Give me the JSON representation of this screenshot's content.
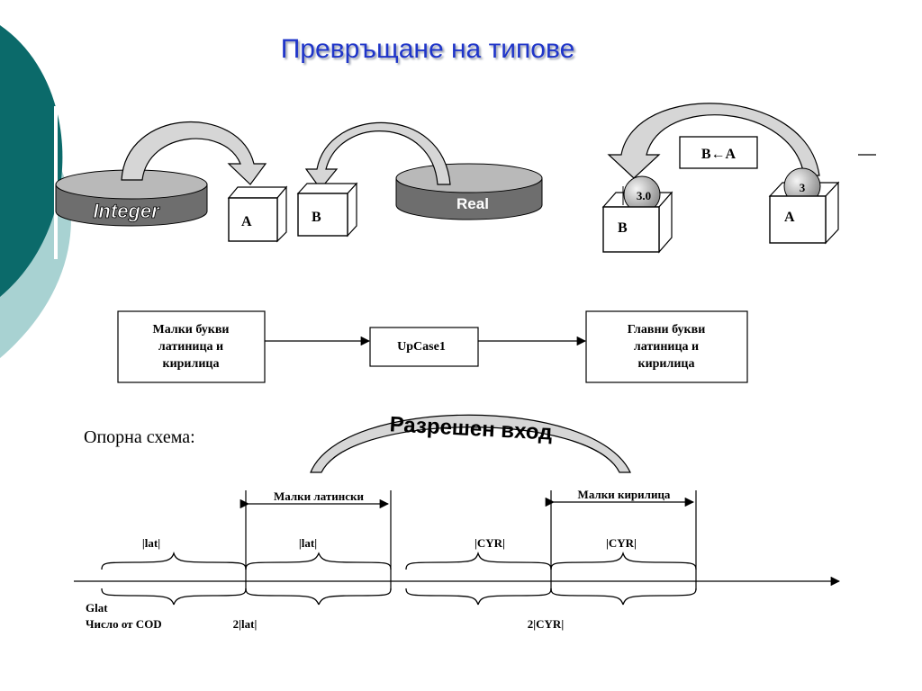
{
  "title": "Превръщане на типове",
  "part1": {
    "integer_label": "Integer",
    "real_label": "Real",
    "box_a": "A",
    "box_b": "B"
  },
  "part2": {
    "assign_label": "B←A",
    "ball_b_value": "3.0",
    "ball_a_value": "3",
    "box_b": "B",
    "box_a": "A"
  },
  "flow": {
    "input_lines": [
      "Малки букви",
      "латиница и",
      "кирилица"
    ],
    "process": "UpCase1",
    "output_lines": [
      "Главни букви",
      "латиница и",
      "кирилица"
    ]
  },
  "scheme": {
    "label": "Опорна схема:",
    "allowed_input": "Разрешен вход",
    "small_latin": "Малки латински",
    "small_cyr": "Малки кирилица",
    "lat1": "|lat|",
    "lat2": "|lat|",
    "cyr1": "|CYR|",
    "cyr2": "|CYR|",
    "glat": "Glat",
    "cod": "Число от COD",
    "two_lat": "2|lat|",
    "two_cyr": "2|CYR|"
  },
  "colors": {
    "title": "#1f35c9",
    "teal_dark": "#0b6a6a",
    "teal_light": "#a8d2d2",
    "disk_grey": "#8c8c8c"
  }
}
